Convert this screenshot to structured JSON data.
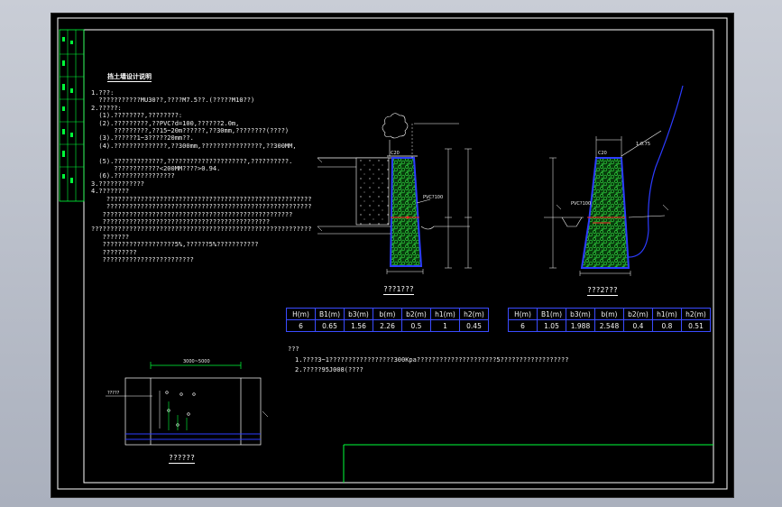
{
  "notes": {
    "title": "挡土墙设计说明",
    "lines": [
      "1.???:",
      "  ???????????MU30??,????M7.5??.(?????M10??)",
      "2.?????:",
      "  (1).????????,????????:",
      "  (2).?????????,??PVC?d=100,??????2.0m,",
      "      ?????????,??15~20m??????,??30mm,????????(????)",
      "  (3).??????1~3?????20mm??.",
      "  (4).??????????????,??300mm,????????????????,??300MM,",
      "  ",
      "  (5).?????????????,?????????????????????,??????????.",
      "      ????????????<200MM????>0.94.",
      "  (6).????????????????",
      "3.????????????",
      "4.????????",
      "    ??????????????????????????????????????????????????????",
      "    ??????????????????????????????????????????????????????",
      "   ??????????????????????????????????????????????????",
      "   ????????????????????????????????????????????",
      "??????????????????????????????????????????????????????????",
      "   ???????",
      "   ???????????????????5%,??????5%???????????",
      "   ?????????",
      "   ????????????????????????"
    ]
  },
  "section1": {
    "caption": "???1???"
  },
  "section2": {
    "caption": "???2???"
  },
  "detail": {
    "caption": "??????",
    "label": "?????",
    "dim": "3000~5000"
  },
  "table1": {
    "headers": [
      "H(m)",
      "B1(m)",
      "b3(m)",
      "b(m)",
      "b2(m)",
      "h1(m)",
      "h2(m)"
    ],
    "values": [
      "6",
      "0.65",
      "1.56",
      "2.26",
      "0.5",
      "1",
      "0.45"
    ]
  },
  "table2": {
    "headers": [
      "H(m)",
      "B1(m)",
      "b3(m)",
      "b(m)",
      "b2(m)",
      "h1(m)",
      "h2(m)"
    ],
    "values": [
      "6",
      "1.05",
      "1.988",
      "2.548",
      "0.4",
      "0.8",
      "0.51"
    ]
  },
  "remarks": {
    "title": "???",
    "line1": "1.????3~1?????????????????300Kpa?????????????????????5??????????????????",
    "line2": "2.?????95J008(????"
  },
  "labels": {
    "s1_top": "C20",
    "s1_pvc": "PVC?100",
    "s2_top": "C20",
    "s2_pvc": "PVC?100",
    "s2_slope": "1:0.75"
  },
  "colors": {
    "frame": "#ffffff",
    "green": "#00ff3a",
    "blue": "#2c3cff",
    "masonry": "#1fbf2e",
    "red": "#ff2a2a"
  }
}
